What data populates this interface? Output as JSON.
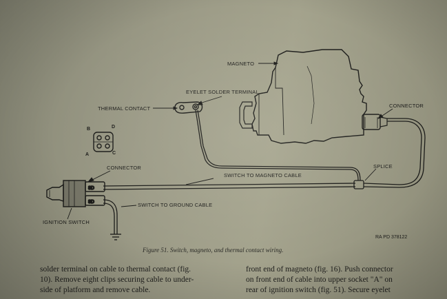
{
  "figure": {
    "labels": {
      "magneto": "MAGNETO",
      "eyelet": "EYELET SOLDER TERMINAL",
      "thermal": "THERMAL CONTACT",
      "connector_right": "CONNECTOR",
      "connector_left": "CONNECTOR",
      "splice": "SPLICE",
      "switch_to_magneto": "SWITCH TO MAGNETO CABLE",
      "switch_to_ground": "SWITCH TO GROUND CABLE",
      "ignition_switch": "IGNITION SWITCH",
      "pin_b": "B",
      "pin_d": "D",
      "pin_a": "A",
      "pin_c": "C"
    },
    "reference": "RA PD 378122",
    "caption": "Figure 51. Switch, magneto, and thermal contact wiring."
  },
  "text": {
    "left_column": [
      "solder terminal on cable to thermal contact (fig.",
      "10). Remove eight clips securing cable to under-",
      "side of platform and remove cable."
    ],
    "right_column": [
      "front end of magneto (fig. 16). Push connector",
      "on front end of cable into upper socket \"A\" on",
      "rear of ignition switch (fig. 51). Secure eyelet"
    ]
  }
}
